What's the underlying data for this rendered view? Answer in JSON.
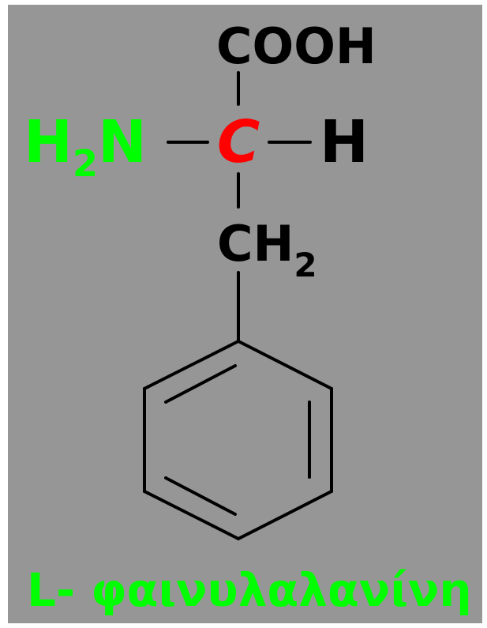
{
  "molecule": {
    "carboxyl": "COOH",
    "amino_main": "H",
    "amino_sub": "2",
    "amino_tail": "N",
    "alpha_carbon": "C",
    "hydrogen": "H",
    "methylene_main": "CH",
    "methylene_sub": "2",
    "caption": "L- φαινυλαλανίνη"
  },
  "colors": {
    "background": "#969696",
    "bond": "#000000",
    "amino_group": "#00ff00",
    "alpha_carbon": "#ff0000",
    "caption": "#00ff00"
  }
}
